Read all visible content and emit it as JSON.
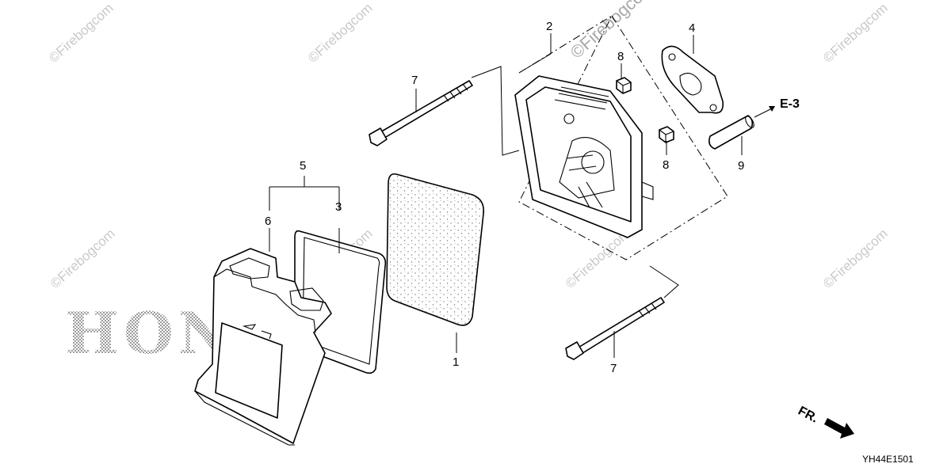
{
  "watermark": {
    "text": "©Firebogcom",
    "text_large": "©Firebogcom"
  },
  "brand": {
    "text": "HONDA"
  },
  "callouts": {
    "part_1": "1",
    "part_2": "2",
    "part_3": "3",
    "part_4": "4",
    "part_5": "5",
    "part_6": "6",
    "part_7_top": "7",
    "part_7_bottom": "7",
    "part_8_top": "8",
    "part_8_bottom": "8",
    "part_9": "9"
  },
  "reference": {
    "label": "E-3"
  },
  "direction": {
    "label": "FR."
  },
  "diagram_code": "YH44E1501"
}
